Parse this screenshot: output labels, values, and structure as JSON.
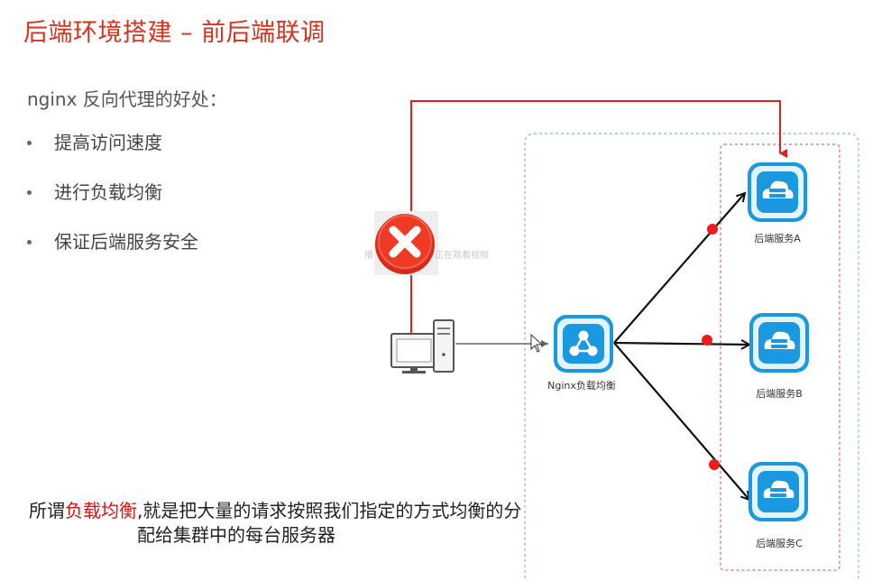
{
  "title": "后端环境搭建 – 前后端联调",
  "subtitle": "nginx 反向代理的好处：",
  "bullets": [
    {
      "label": "提高访问速度"
    },
    {
      "label": "进行负载均衡"
    },
    {
      "label": "保证后端服务安全"
    }
  ],
  "diagram": {
    "load_balancer_label": "Nginx负载均衡",
    "servers": [
      {
        "label": "后端服务A"
      },
      {
        "label": "后端服务B"
      },
      {
        "label": "后端服务C"
      }
    ],
    "watermark": "正在观看视频",
    "colors": {
      "accent_red": "#e02020",
      "icon_blue": "#1a98e0",
      "icon_bg": "#e3f3ff",
      "dashed_blue": "#6aa6d6"
    }
  },
  "note": {
    "prefix": "所谓",
    "highlight": "负载均衡",
    "suffix": ",就是把大量的请求按照我们指定的方式均衡的分配给集群中的每台服务器"
  }
}
